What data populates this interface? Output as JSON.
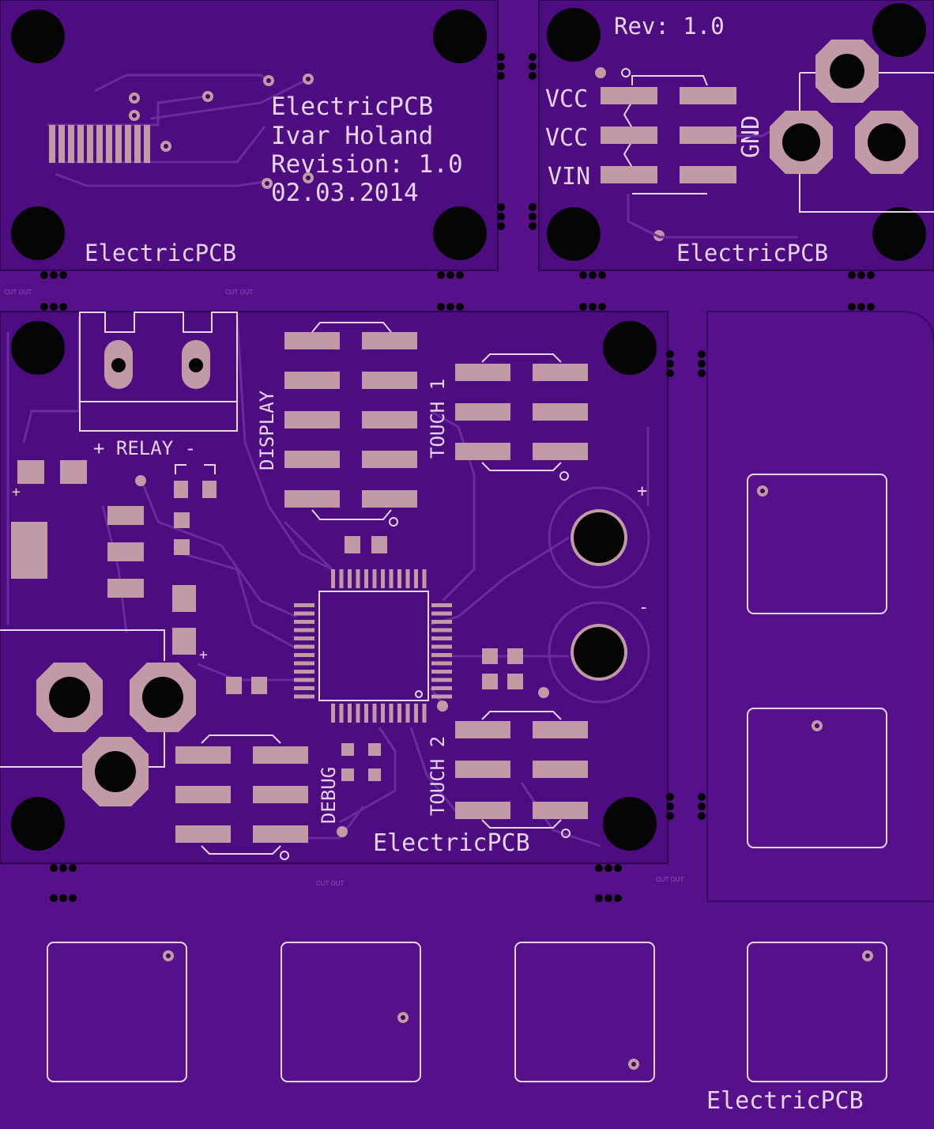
{
  "board": {
    "colors": {
      "background": "#2a0a47",
      "board": "#56108a",
      "panel": "#4a0c7a",
      "trace": "#6a2aa0",
      "copper": "#c29aa6",
      "silk": "#e6d4f0",
      "drill": "#050505"
    }
  },
  "labels": {
    "brand_small1": "ElectricPCB",
    "info_lines": [
      "ElectricPCB",
      "Ivar Holand",
      "Revision: 1.0",
      "02.03.2014"
    ],
    "rev": "Rev: 1.0",
    "vcc1": "VCC",
    "vcc2": "VCC",
    "vin": "VIN",
    "gnd": "GND",
    "brand_small2": "ElectricPCB",
    "relay": "+ RELAY -",
    "display": "DISPLAY",
    "touch1": "TOUCH 1",
    "touch2": "TOUCH 2",
    "debug": "DEBUG",
    "plus1": "+",
    "plus2": "+",
    "plus3": "+",
    "minus": "-",
    "brand_main": "ElectricPCB",
    "brand_bottom": "ElectricPCB",
    "cut": "CUT OUT"
  }
}
